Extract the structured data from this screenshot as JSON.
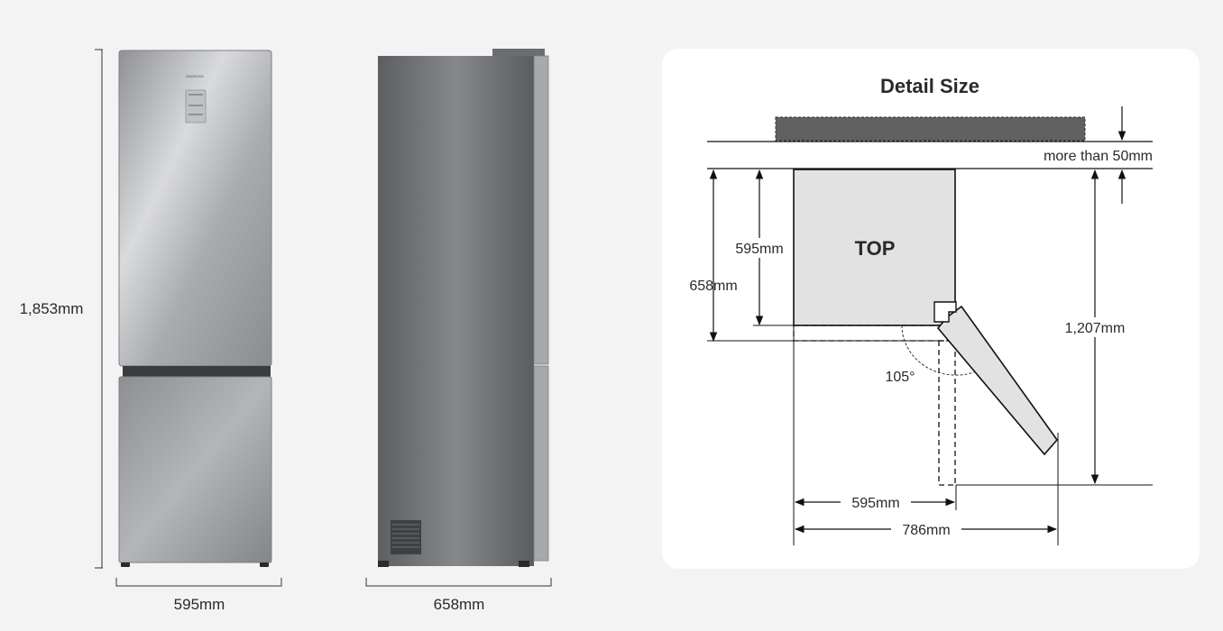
{
  "front_view": {
    "height_label": "1,853mm",
    "width_label": "595mm",
    "brand_mark": "SAMSUNG"
  },
  "side_view": {
    "depth_label": "658mm"
  },
  "detail": {
    "title": "Detail Size",
    "top_label": "TOP",
    "clearance_label": "more than 50mm",
    "inner_depth_label": "595mm",
    "total_depth_label": "658mm",
    "door_open_depth_label": "1,207mm",
    "door_angle_label": "105°",
    "body_width_label": "595mm",
    "open_width_label": "786mm"
  }
}
